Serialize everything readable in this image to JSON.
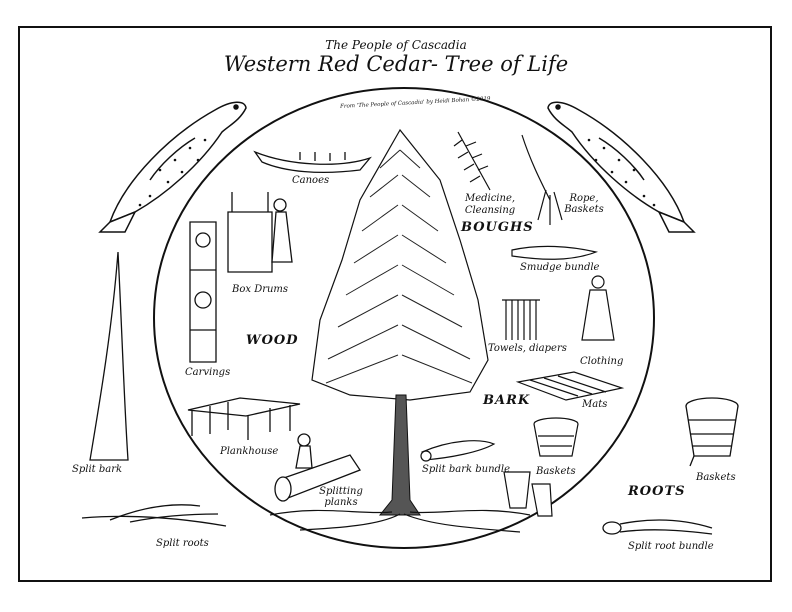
{
  "header": {
    "supertitle": "The People of Cascadia",
    "title": "Western Red Cedar- Tree of Life",
    "credit": "From 'The People of Cascadia' by Heidi Bohan ©2019"
  },
  "sections": {
    "boughs": "BOUGHS",
    "wood": "WOOD",
    "bark": "BARK",
    "roots": "ROOTS"
  },
  "labels": {
    "canoes": "Canoes",
    "medicine_1": "Medicine,",
    "medicine_2": "Cleansing",
    "rope_1": "Rope,",
    "rope_2": "Baskets",
    "smudge": "Smudge bundle",
    "box_drums": "Box Drums",
    "towels": "Towels, diapers",
    "clothing": "Clothing",
    "carvings": "Carvings",
    "mats": "Mats",
    "plankhouse": "Plankhouse",
    "split_bark_bundle": "Split bark bundle",
    "baskets_bark": "Baskets",
    "baskets_roots": "Baskets",
    "splitting_1": "Splitting",
    "splitting_2": "planks",
    "split_bark": "Split bark",
    "split_roots": "Split roots",
    "split_root_bundle": "Split root bundle"
  },
  "icons": [
    "salmon-icon",
    "canoe-icon",
    "cedar-tree-icon",
    "basket-icon",
    "totem-icon"
  ]
}
